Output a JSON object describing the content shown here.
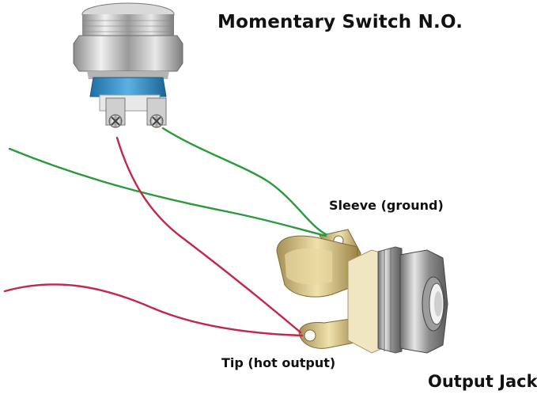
{
  "labels": {
    "title": "Momentary Switch N.O.",
    "sleeve": "Sleeve (ground)",
    "tip": "Tip (hot output)",
    "jack": "Output Jack"
  },
  "colors": {
    "green_wire": "#2a9a3a",
    "red_wire": "#c2284a",
    "switch_blue": "#3b93c9",
    "metal_chrome": "#c9c9c9",
    "jack_brass": "#cbb47a"
  },
  "icons": {
    "switch": "momentary-pushbutton-switch",
    "jack": "quarter-inch-output-jack"
  }
}
